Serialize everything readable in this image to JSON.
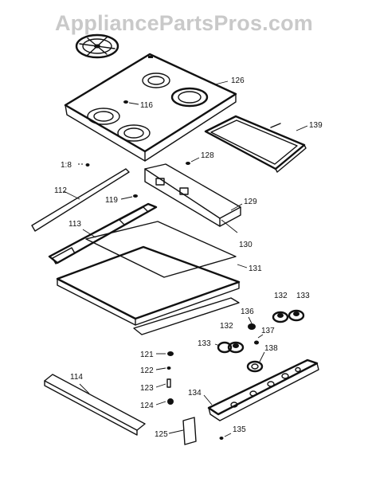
{
  "watermark": "AppliancePartsPros.com",
  "callouts": [
    {
      "id": "p126",
      "label": "126"
    },
    {
      "id": "p116",
      "label": "116"
    },
    {
      "id": "p139",
      "label": "139"
    },
    {
      "id": "p128",
      "label": "128"
    },
    {
      "id": "p118",
      "label": "1:8"
    },
    {
      "id": "p112",
      "label": "112"
    },
    {
      "id": "p119",
      "label": "119"
    },
    {
      "id": "p129",
      "label": "129"
    },
    {
      "id": "p113",
      "label": "113"
    },
    {
      "id": "p130",
      "label": "130"
    },
    {
      "id": "p131",
      "label": "131"
    },
    {
      "id": "p132a",
      "label": "132"
    },
    {
      "id": "p133a",
      "label": "133"
    },
    {
      "id": "p136",
      "label": "136"
    },
    {
      "id": "p132b",
      "label": "132"
    },
    {
      "id": "p137",
      "label": "137"
    },
    {
      "id": "p133b",
      "label": "133"
    },
    {
      "id": "p138",
      "label": "138"
    },
    {
      "id": "p121",
      "label": "121"
    },
    {
      "id": "p122",
      "label": "122"
    },
    {
      "id": "p123",
      "label": "123"
    },
    {
      "id": "p124",
      "label": "124"
    },
    {
      "id": "p114",
      "label": "114"
    },
    {
      "id": "p134",
      "label": "134"
    },
    {
      "id": "p125",
      "label": "125"
    },
    {
      "id": "p135",
      "label": "135"
    }
  ]
}
